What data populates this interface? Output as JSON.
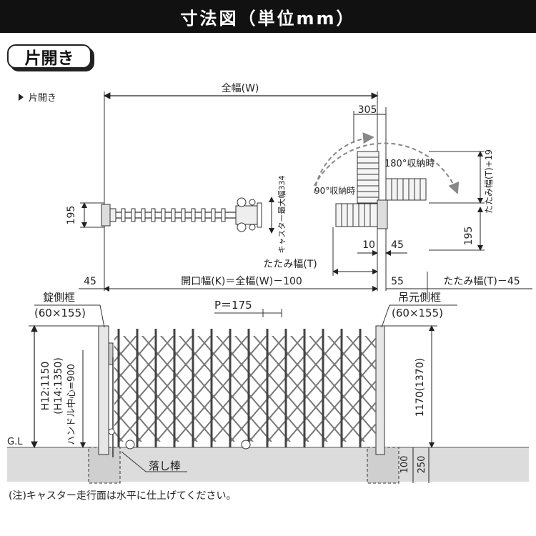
{
  "header": {
    "title": "寸法図（単位mm）"
  },
  "type_tag": "片開き",
  "section_label": "片開き",
  "top_view": {
    "overall_width": "全幅(W)",
    "dim_305": "305",
    "dim_195_left": "195",
    "caster_label": "キャスター最大幅334",
    "rot_180": "180°収納時",
    "rot_90": "90°収納時",
    "fold_width_t19": "たたみ幅(T)+19",
    "dim_195_right": "195",
    "dim_10": "10",
    "dim_45_right": "45",
    "fold_width_t": "たたみ幅(T)",
    "dim_45_left": "45",
    "opening_width": "開口幅(K)＝全幅(W)－100",
    "dim_55": "55",
    "fold_width_t45": "たたみ幅(T)－45"
  },
  "front_view": {
    "lock_frame": "錠側框",
    "lock_frame_size": "(60×155)",
    "pitch": "P＝175",
    "hinge_frame": "吊元側框",
    "hinge_frame_size": "(60×155)",
    "height_h12": "H12:1150",
    "height_h14": "(H14:1350)",
    "handle_center": "ハンドル中心=900",
    "right_height": "1170(1370)",
    "gl": "G.L",
    "drop_rod": "落し棒",
    "dim_100": "100",
    "dim_250": "250"
  },
  "note": "(注)キャスター走行面は水平に仕上げてください。"
}
